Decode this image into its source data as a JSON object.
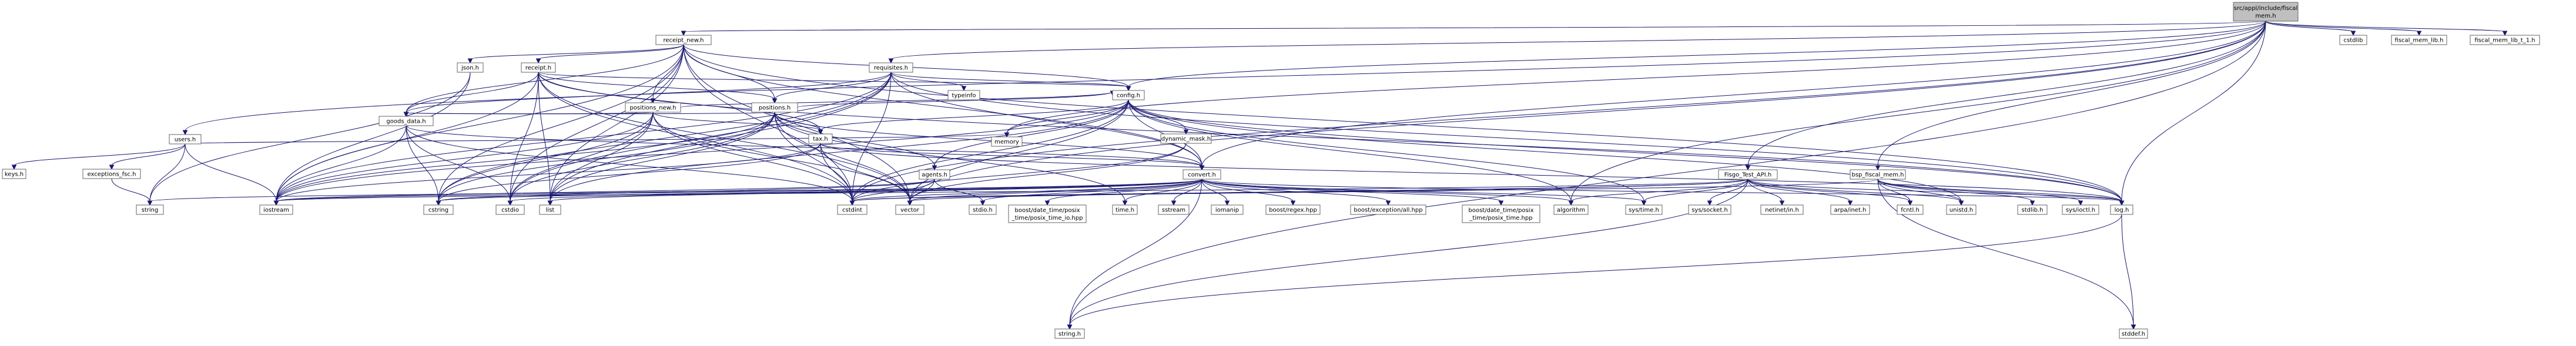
{
  "diagram": {
    "colors": {
      "edge": "#191970",
      "node_fill": "#ffffff",
      "node_stroke": "#666666",
      "node_stroke_incomplete": "#ff0000",
      "root_fill": "#bfbfbf"
    },
    "nodes": [
      {
        "id": "root",
        "label": "src/appl/include/fiscal",
        "label2": "mem.h",
        "kind": "root"
      },
      {
        "id": "receipt_new",
        "label": "receipt_new.h"
      },
      {
        "id": "cstdlib",
        "label": "cstdlib"
      },
      {
        "id": "fiscal_mem_lib",
        "label": "fiscal_mem_lib.h"
      },
      {
        "id": "fiscal_mem_lib_t",
        "label": "fiscal_mem_lib_t_1.h"
      },
      {
        "id": "users",
        "label": "users.h"
      },
      {
        "id": "json",
        "label": "json.h",
        "kind": "incomplete"
      },
      {
        "id": "receipt",
        "label": "receipt.h"
      },
      {
        "id": "requisites",
        "label": "requisites.h"
      },
      {
        "id": "typeinfo",
        "label": "typeinfo"
      },
      {
        "id": "config",
        "label": "config.h"
      },
      {
        "id": "positions_new",
        "label": "positions_new.h"
      },
      {
        "id": "positions",
        "label": "positions.h"
      },
      {
        "id": "goods_data",
        "label": "goods_data.h"
      },
      {
        "id": "tax",
        "label": "tax.h",
        "kind": "incomplete"
      },
      {
        "id": "dynamic_mask",
        "label": "dynamic_mask.h"
      },
      {
        "id": "memory",
        "label": "memory"
      },
      {
        "id": "keys",
        "label": "keys.h"
      },
      {
        "id": "exceptions_fsc",
        "label": "exceptions_fsc.h"
      },
      {
        "id": "agents",
        "label": "agents.h"
      },
      {
        "id": "convert",
        "label": "convert.h"
      },
      {
        "id": "fisgo_test_api",
        "label": "Fisgo_Test_API.h",
        "kind": "incomplete"
      },
      {
        "id": "bsp_fiscal_mem",
        "label": "bsp_fiscal_mem.h"
      },
      {
        "id": "log",
        "label": "log.h",
        "kind": "incomplete"
      },
      {
        "id": "string",
        "label": "string"
      },
      {
        "id": "iostream",
        "label": "iostream"
      },
      {
        "id": "cstring",
        "label": "cstring"
      },
      {
        "id": "cstdio",
        "label": "cstdio"
      },
      {
        "id": "list",
        "label": "list"
      },
      {
        "id": "cstdint",
        "label": "cstdint"
      },
      {
        "id": "vector",
        "label": "vector"
      },
      {
        "id": "stdio",
        "label": "stdio.h"
      },
      {
        "id": "bdt_io",
        "label": "boost/date_time/posix",
        "label2": "_time/posix_time_io.hpp"
      },
      {
        "id": "time",
        "label": "time.h"
      },
      {
        "id": "sstream",
        "label": "sstream"
      },
      {
        "id": "iomanip",
        "label": "iomanip"
      },
      {
        "id": "regex",
        "label": "boost/regex.hpp"
      },
      {
        "id": "exception",
        "label": "boost/exception/all.hpp"
      },
      {
        "id": "bdt",
        "label": "boost/date_time/posix",
        "label2": "_time/posix_time.hpp"
      },
      {
        "id": "algorithm",
        "label": "algorithm"
      },
      {
        "id": "sys_time",
        "label": "sys/time.h"
      },
      {
        "id": "sys_socket",
        "label": "sys/socket.h"
      },
      {
        "id": "netinet_in",
        "label": "netinet/in.h"
      },
      {
        "id": "arpa_inet",
        "label": "arpa/inet.h"
      },
      {
        "id": "fcntl",
        "label": "fcntl.h"
      },
      {
        "id": "unistd",
        "label": "unistd.h"
      },
      {
        "id": "stdlib",
        "label": "stdlib.h"
      },
      {
        "id": "sys_ioctl",
        "label": "sys/ioctl.h"
      },
      {
        "id": "string_h",
        "label": "string.h"
      },
      {
        "id": "stddef",
        "label": "stddef.h"
      }
    ],
    "edges": [
      [
        "root",
        "receipt_new"
      ],
      [
        "root",
        "cstdlib"
      ],
      [
        "root",
        "fiscal_mem_lib"
      ],
      [
        "root",
        "fiscal_mem_lib_t"
      ],
      [
        "root",
        "users"
      ],
      [
        "root",
        "requisites"
      ],
      [
        "root",
        "config"
      ],
      [
        "root",
        "convert"
      ],
      [
        "root",
        "fisgo_test_api"
      ],
      [
        "root",
        "bsp_fiscal_mem"
      ],
      [
        "root",
        "log"
      ],
      [
        "root",
        "memory"
      ],
      [
        "root",
        "cstdint"
      ],
      [
        "root",
        "vector"
      ],
      [
        "root",
        "algorithm"
      ],
      [
        "root",
        "string_h"
      ],
      [
        "receipt_new",
        "json"
      ],
      [
        "receipt_new",
        "receipt"
      ],
      [
        "receipt_new",
        "positions_new"
      ],
      [
        "receipt_new",
        "positions"
      ],
      [
        "receipt_new",
        "config"
      ],
      [
        "receipt_new",
        "goods_data"
      ],
      [
        "receipt_new",
        "iostream"
      ],
      [
        "receipt_new",
        "cstdio"
      ],
      [
        "receipt_new",
        "list"
      ],
      [
        "receipt_new",
        "cstdint"
      ],
      [
        "receipt_new",
        "vector"
      ],
      [
        "receipt_new",
        "convert"
      ],
      [
        "receipt_new",
        "log"
      ],
      [
        "receipt_new",
        "cstring"
      ],
      [
        "users",
        "keys"
      ],
      [
        "users",
        "exceptions_fsc"
      ],
      [
        "users",
        "string"
      ],
      [
        "users",
        "iostream"
      ],
      [
        "users",
        "memory"
      ],
      [
        "exceptions_fsc",
        "string"
      ],
      [
        "json",
        "string"
      ],
      [
        "json",
        "iostream"
      ],
      [
        "receipt",
        "positions"
      ],
      [
        "receipt",
        "goods_data"
      ],
      [
        "receipt",
        "config"
      ],
      [
        "receipt",
        "iostream"
      ],
      [
        "receipt",
        "cstdint"
      ],
      [
        "receipt",
        "cstdio"
      ],
      [
        "receipt",
        "list"
      ],
      [
        "receipt",
        "vector"
      ],
      [
        "receipt",
        "tax"
      ],
      [
        "receipt",
        "log"
      ],
      [
        "requisites",
        "config"
      ],
      [
        "requisites",
        "positions"
      ],
      [
        "requisites",
        "typeinfo"
      ],
      [
        "requisites",
        "goods_data"
      ],
      [
        "requisites",
        "convert"
      ],
      [
        "requisites",
        "cstdint"
      ],
      [
        "requisites",
        "iostream"
      ],
      [
        "requisites",
        "cstdio"
      ],
      [
        "requisites",
        "list"
      ],
      [
        "requisites",
        "log"
      ],
      [
        "requisites",
        "cstring"
      ],
      [
        "positions_new",
        "goods_data"
      ],
      [
        "positions_new",
        "tax"
      ],
      [
        "positions_new",
        "iostream"
      ],
      [
        "positions_new",
        "cstring"
      ],
      [
        "positions_new",
        "cstdio"
      ],
      [
        "positions_new",
        "cstdint"
      ],
      [
        "positions_new",
        "list"
      ],
      [
        "positions_new",
        "vector"
      ],
      [
        "positions_new",
        "config"
      ],
      [
        "positions",
        "tax"
      ],
      [
        "positions",
        "agents"
      ],
      [
        "positions",
        "goods_data"
      ],
      [
        "positions",
        "config"
      ],
      [
        "positions",
        "iostream"
      ],
      [
        "positions",
        "cstring"
      ],
      [
        "positions",
        "cstdio"
      ],
      [
        "positions",
        "cstdint"
      ],
      [
        "positions",
        "list"
      ],
      [
        "positions",
        "vector"
      ],
      [
        "positions",
        "convert"
      ],
      [
        "positions",
        "time"
      ],
      [
        "goods_data",
        "iostream"
      ],
      [
        "goods_data",
        "cstring"
      ],
      [
        "goods_data",
        "cstdio"
      ],
      [
        "goods_data",
        "cstdint"
      ],
      [
        "goods_data",
        "convert"
      ],
      [
        "config",
        "tax"
      ],
      [
        "config",
        "dynamic_mask"
      ],
      [
        "config",
        "convert"
      ],
      [
        "config",
        "agents"
      ],
      [
        "config",
        "iostream"
      ],
      [
        "config",
        "cstdint"
      ],
      [
        "config",
        "vector"
      ],
      [
        "config",
        "log"
      ],
      [
        "config",
        "memory"
      ],
      [
        "config",
        "list"
      ],
      [
        "config",
        "unistd"
      ],
      [
        "config",
        "sys_time"
      ],
      [
        "config",
        "algorithm"
      ],
      [
        "tax",
        "iostream"
      ],
      [
        "tax",
        "cstring"
      ],
      [
        "tax",
        "cstdint"
      ],
      [
        "tax",
        "vector"
      ],
      [
        "tax",
        "log"
      ],
      [
        "tax",
        "convert"
      ],
      [
        "dynamic_mask",
        "cstdint"
      ],
      [
        "dynamic_mask",
        "vector"
      ],
      [
        "agents",
        "iostream"
      ],
      [
        "agents",
        "cstring"
      ],
      [
        "agents",
        "cstdint"
      ],
      [
        "agents",
        "vector"
      ],
      [
        "agents",
        "stdio"
      ],
      [
        "convert",
        "iostream"
      ],
      [
        "convert",
        "cstring"
      ],
      [
        "convert",
        "cstdio"
      ],
      [
        "convert",
        "list"
      ],
      [
        "convert",
        "cstdint"
      ],
      [
        "convert",
        "vector"
      ],
      [
        "convert",
        "stdio"
      ],
      [
        "convert",
        "bdt_io"
      ],
      [
        "convert",
        "time"
      ],
      [
        "convert",
        "sstream"
      ],
      [
        "convert",
        "iomanip"
      ],
      [
        "convert",
        "regex"
      ],
      [
        "convert",
        "exception"
      ],
      [
        "convert",
        "bdt"
      ],
      [
        "convert",
        "algorithm"
      ],
      [
        "convert",
        "string_h"
      ],
      [
        "convert",
        "sys_time"
      ],
      [
        "convert",
        "log"
      ],
      [
        "convert",
        "string"
      ],
      [
        "fisgo_test_api",
        "iostream"
      ],
      [
        "fisgo_test_api",
        "algorithm"
      ],
      [
        "fisgo_test_api",
        "sys_time"
      ],
      [
        "fisgo_test_api",
        "sys_socket"
      ],
      [
        "fisgo_test_api",
        "netinet_in"
      ],
      [
        "fisgo_test_api",
        "arpa_inet"
      ],
      [
        "fisgo_test_api",
        "fcntl"
      ],
      [
        "fisgo_test_api",
        "unistd"
      ],
      [
        "fisgo_test_api",
        "string_h"
      ],
      [
        "fisgo_test_api",
        "log"
      ],
      [
        "fisgo_test_api",
        "vector"
      ],
      [
        "fisgo_test_api",
        "cstdint"
      ],
      [
        "bsp_fiscal_mem",
        "stdlib"
      ],
      [
        "bsp_fiscal_mem",
        "sys_ioctl"
      ],
      [
        "bsp_fiscal_mem",
        "fcntl"
      ],
      [
        "bsp_fiscal_mem",
        "unistd"
      ],
      [
        "bsp_fiscal_mem",
        "log"
      ],
      [
        "bsp_fiscal_mem",
        "cstdint"
      ],
      [
        "bsp_fiscal_mem",
        "stddef"
      ],
      [
        "log",
        "string_h"
      ],
      [
        "log",
        "stddef"
      ]
    ]
  }
}
